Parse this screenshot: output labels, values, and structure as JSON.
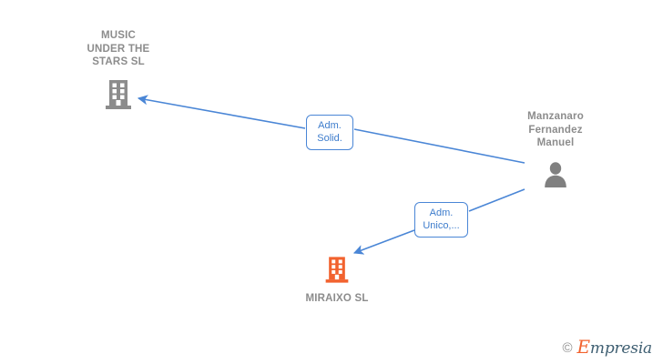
{
  "diagram": {
    "type": "corporate-relationship-graph",
    "background_color": "#ffffff",
    "nodes": [
      {
        "id": "music-under-the-stars",
        "kind": "company",
        "icon": "building-icon",
        "icon_color": "#8c8c8c",
        "label": "MUSIC\nUNDER THE\nSTARS  SL",
        "label_color": "#8c8c8c",
        "label_position": "above"
      },
      {
        "id": "miraixo",
        "kind": "company",
        "icon": "building-icon",
        "icon_color": "#f2622e",
        "label": "MIRAIXO  SL",
        "label_color": "#8c8c8c",
        "label_position": "below"
      },
      {
        "id": "manzanaro-fernandez-manuel",
        "kind": "person",
        "icon": "person-icon",
        "icon_color": "#808080",
        "label": "Manzanaro\nFernandez\nManuel",
        "label_color": "#8c8c8c",
        "label_position": "above"
      }
    ],
    "edges": [
      {
        "id": "edge-solid",
        "from": "manzanaro-fernandez-manuel",
        "to": "music-under-the-stars",
        "label": "Adm.\nSolid.",
        "color": "#4a86d6",
        "arrow": "to"
      },
      {
        "id": "edge-unico",
        "from": "manzanaro-fernandez-manuel",
        "to": "miraixo",
        "label": "Adm.\nUnico,...",
        "color": "#4a86d6",
        "arrow": "to"
      }
    ]
  },
  "watermark": {
    "copyright_symbol": "©",
    "brand_initial": "E",
    "brand_rest": "mpresia"
  },
  "colors": {
    "edge_blue": "#4a86d6",
    "label_text_blue": "#3d7ccc",
    "company_gray": "#8c8c8c",
    "company_orange": "#f2622e",
    "person_gray": "#808080"
  }
}
